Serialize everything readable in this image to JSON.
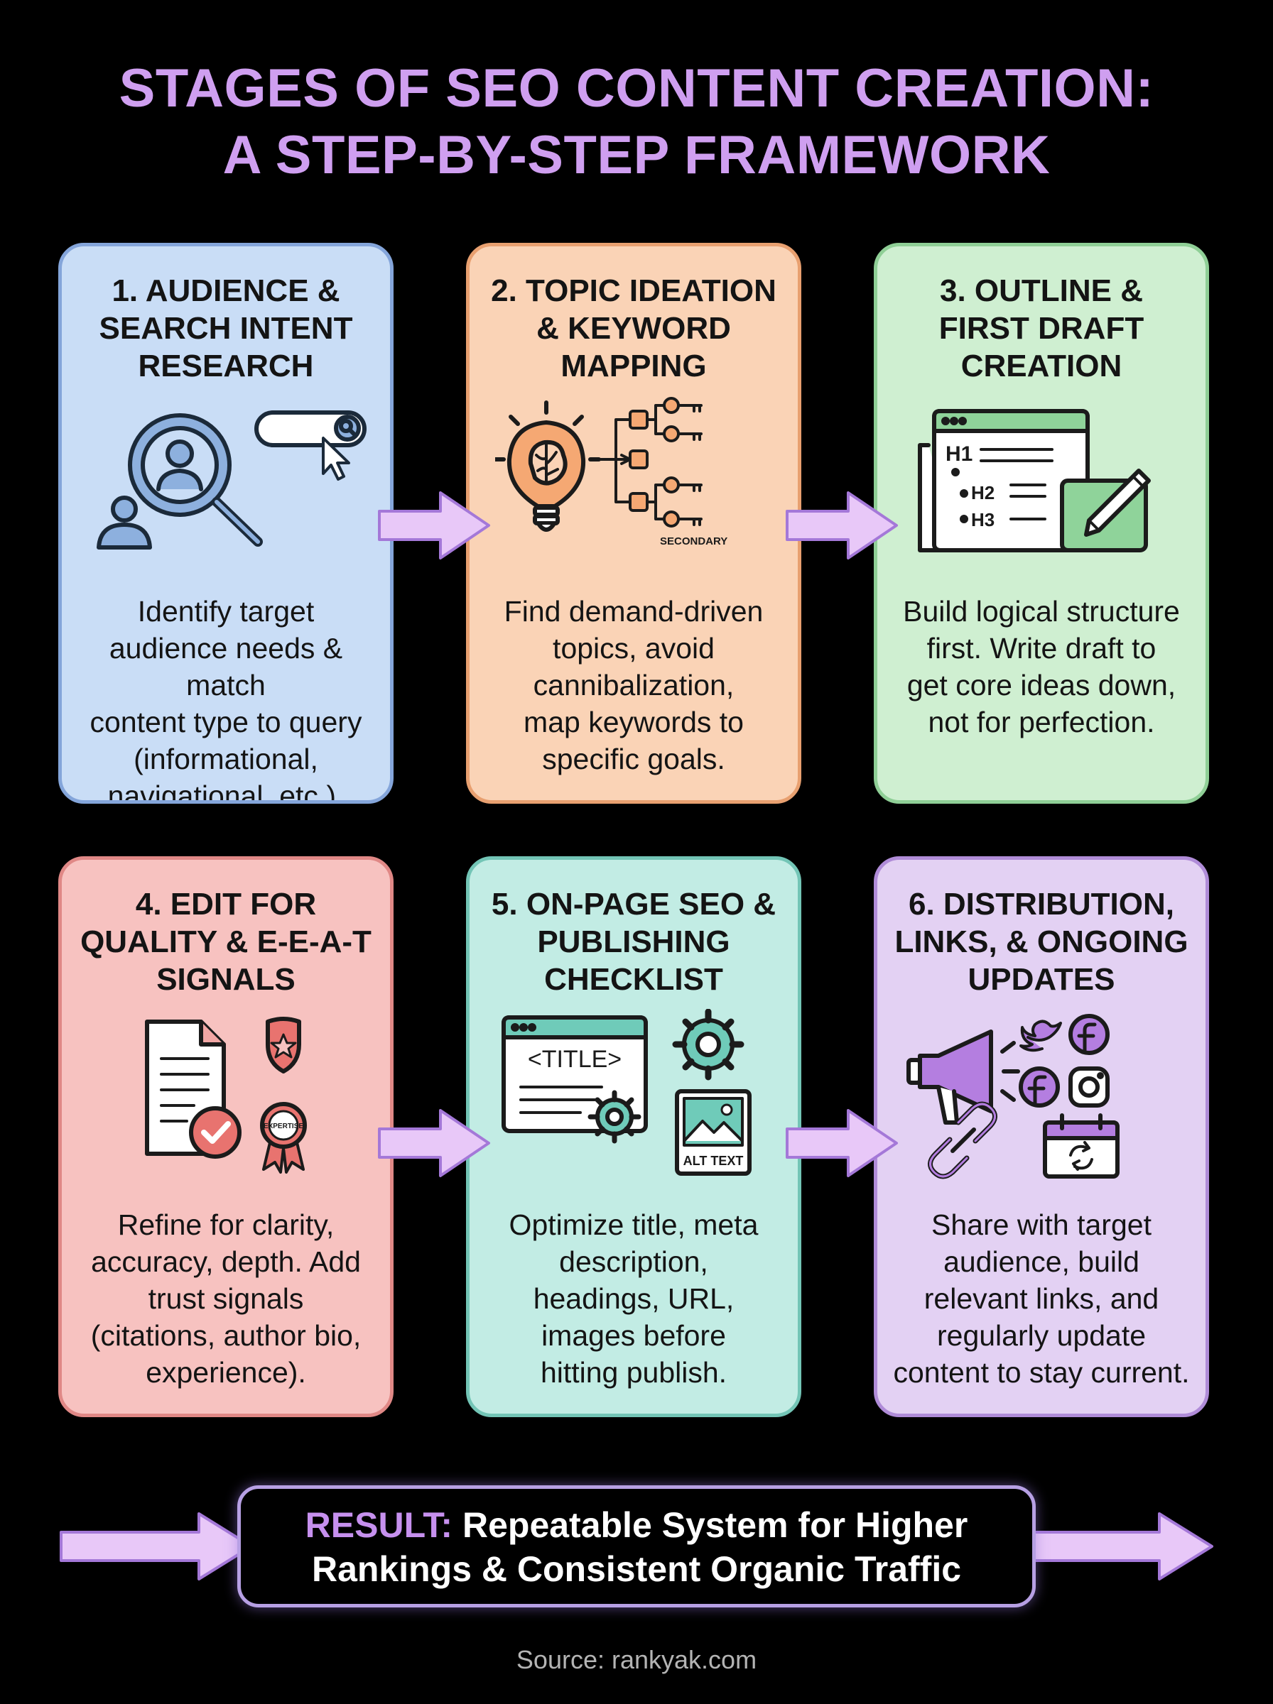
{
  "title": {
    "line1": "STAGES OF SEO CONTENT CREATION:",
    "line2": "A STEP-BY-STEP FRAMEWORK"
  },
  "stages": [
    {
      "title": [
        "1. AUDIENCE &",
        "SEARCH INTENT",
        "RESEARCH"
      ],
      "description": [
        "Identify target",
        "audience needs & match",
        "content type to query",
        "(informational,",
        "navigational, etc.)."
      ]
    },
    {
      "title": [
        "2. TOPIC IDEATION",
        "& KEYWORD",
        "MAPPING"
      ],
      "description": [
        "Find demand-driven",
        "topics, avoid",
        "cannibalization,",
        "map keywords to",
        "specific goals."
      ],
      "icon_label": "SECONDARY"
    },
    {
      "title": [
        "3. OUTLINE &",
        "FIRST DRAFT",
        "CREATION"
      ],
      "description": [
        "Build logical structure",
        "first. Write draft to",
        "get core ideas down,",
        "not for perfection."
      ],
      "icon_labels": [
        "H1",
        "H2",
        "H3"
      ]
    },
    {
      "title": [
        "4. EDIT FOR",
        "QUALITY & E-E-A-T",
        "SIGNALS"
      ],
      "description": [
        "Refine for clarity,",
        "accuracy, depth. Add",
        "trust signals",
        "(citations, author bio,",
        "experience)."
      ],
      "icon_label": "EXPERTISE"
    },
    {
      "title": [
        "5. ON-PAGE SEO &",
        "PUBLISHING",
        "CHECKLIST"
      ],
      "description": [
        "Optimize title, meta",
        "description,",
        "headings, URL,",
        "images before",
        "hitting publish."
      ],
      "icon_labels": [
        "<TITLE>",
        "ALT TEXT"
      ]
    },
    {
      "title": [
        "6. DISTRIBUTION,",
        "LINKS, & ONGOING",
        "UPDATES"
      ],
      "description": [
        "Share with target",
        "audience, build",
        "relevant links, and",
        "regularly update",
        "content to stay current."
      ]
    }
  ],
  "result": {
    "label": "RESULT:",
    "text_line1": "Repeatable System for Higher",
    "text_line2": "Rankings & Consistent Organic Traffic"
  },
  "source": "Source: rankyak.com",
  "colors": {
    "title": "#cf9ff0",
    "arrow": "#e8c8f8",
    "stage1": "#c9ddf6",
    "stage2": "#fad3b6",
    "stage3": "#cfefd1",
    "stage4": "#f7c2c0",
    "stage5": "#c2ece4",
    "stage6": "#e3d1f3"
  },
  "icons": [
    "user-search-icon",
    "lightbulb-brain-icon",
    "outline-document-icon",
    "edit-quality-icon",
    "on-page-seo-icon",
    "distribution-icon"
  ]
}
